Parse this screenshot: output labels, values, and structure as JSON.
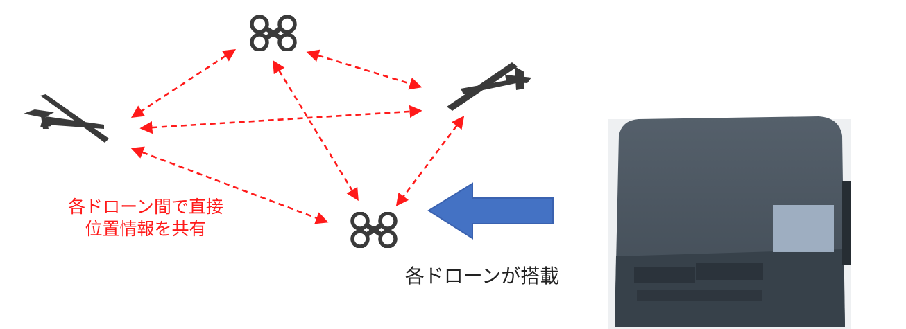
{
  "diagram": {
    "caption_direct_sharing": [
      "各ドローン間で直接",
      "位置情報を共有"
    ],
    "caption_onboard": "各ドローンが搭載",
    "colors": {
      "link_arrow": "#ff1a1a",
      "pointer_arrow": "#4472c4",
      "drone_icon": "#3a3a3a",
      "device_body": "#3d4650"
    },
    "nodes": [
      {
        "id": "quadcopter-top",
        "icon": "quadcopter-icon"
      },
      {
        "id": "fixed-wing-left",
        "icon": "fixed-wing-drone-icon"
      },
      {
        "id": "fixed-wing-right",
        "icon": "fixed-wing-drone-icon"
      },
      {
        "id": "quadcopter-bottom",
        "icon": "quadcopter-icon"
      }
    ],
    "links": [
      {
        "from": "quadcopter-top",
        "to": "fixed-wing-left"
      },
      {
        "from": "quadcopter-top",
        "to": "fixed-wing-right"
      },
      {
        "from": "quadcopter-top",
        "to": "quadcopter-bottom"
      },
      {
        "from": "fixed-wing-left",
        "to": "fixed-wing-right"
      },
      {
        "from": "fixed-wing-left",
        "to": "quadcopter-bottom"
      },
      {
        "from": "fixed-wing-right",
        "to": "quadcopter-bottom"
      }
    ],
    "device": {
      "icon": "communication-device-photo"
    }
  }
}
